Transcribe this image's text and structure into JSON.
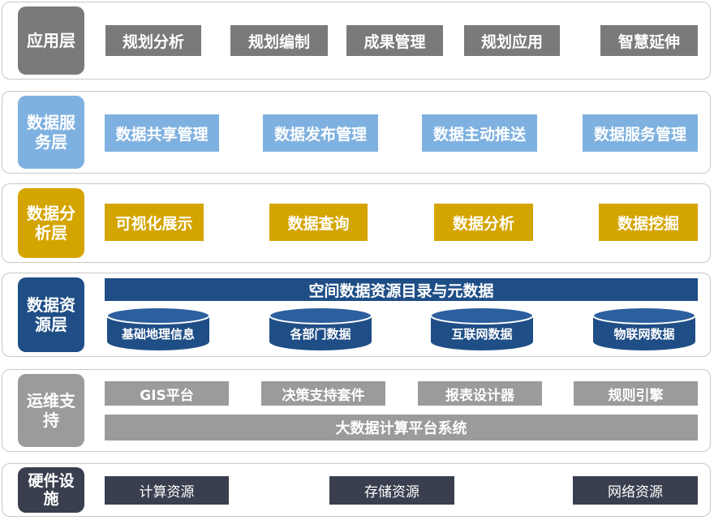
{
  "layers": {
    "application": {
      "label": "应用层",
      "color": "#7a7a7a",
      "items": [
        "规划分析",
        "规划编制",
        "成果管理",
        "规划应用",
        "智慧延伸"
      ]
    },
    "data_service": {
      "label": "数据服务层",
      "color": "#7fb1e0",
      "items": [
        "数据共享管理",
        "数据发布管理",
        "数据主动推送",
        "数据服务管理"
      ]
    },
    "data_analysis": {
      "label": "数据分析层",
      "color": "#d4a500",
      "items": [
        "可视化展示",
        "数据查询",
        "数据分析",
        "数据挖掘"
      ]
    },
    "data_resource": {
      "label": "数据资源层",
      "color": "#1f4e86",
      "banner": "空间数据资源目录与元数据",
      "items": [
        "基础地理信息",
        "各部门数据",
        "互联网数据",
        "物联网数据"
      ]
    },
    "operations": {
      "label": "运维支持",
      "color": "#9b9b9b",
      "items": [
        "GIS平台",
        "决策支持套件",
        "报表设计器",
        "规则引擎"
      ],
      "banner": "大数据计算平台系统"
    },
    "hardware": {
      "label": "硬件设施",
      "color": "#3a3f4f",
      "items": [
        "计算资源",
        "存储资源",
        "网络资源"
      ]
    }
  }
}
